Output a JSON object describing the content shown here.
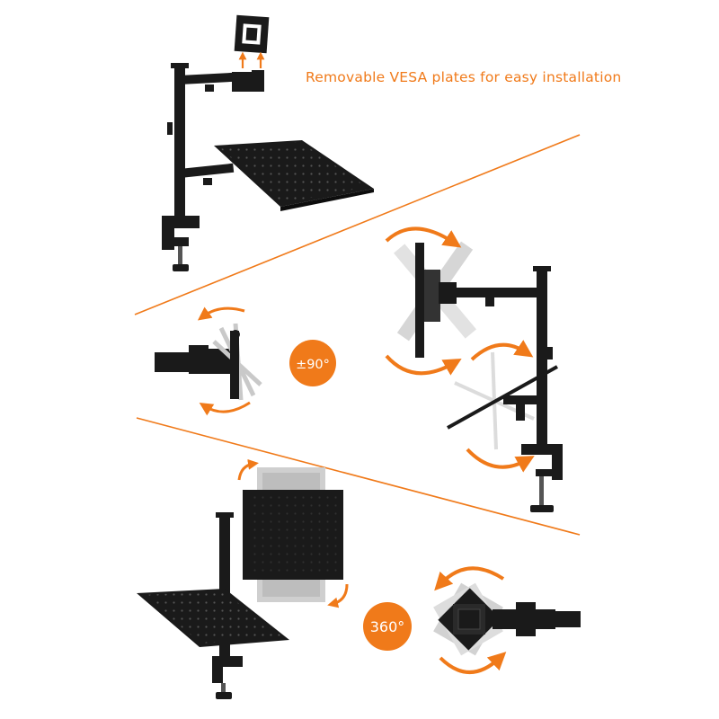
{
  "caption": "Removable VESA plates for easy installation",
  "tilt_badge": "±90°",
  "rotate_badge": "360°",
  "colors": {
    "accent": "#f07a1a",
    "mount": "#1a1a1a",
    "ghost": "#c9c9c9",
    "background": "#ffffff"
  }
}
